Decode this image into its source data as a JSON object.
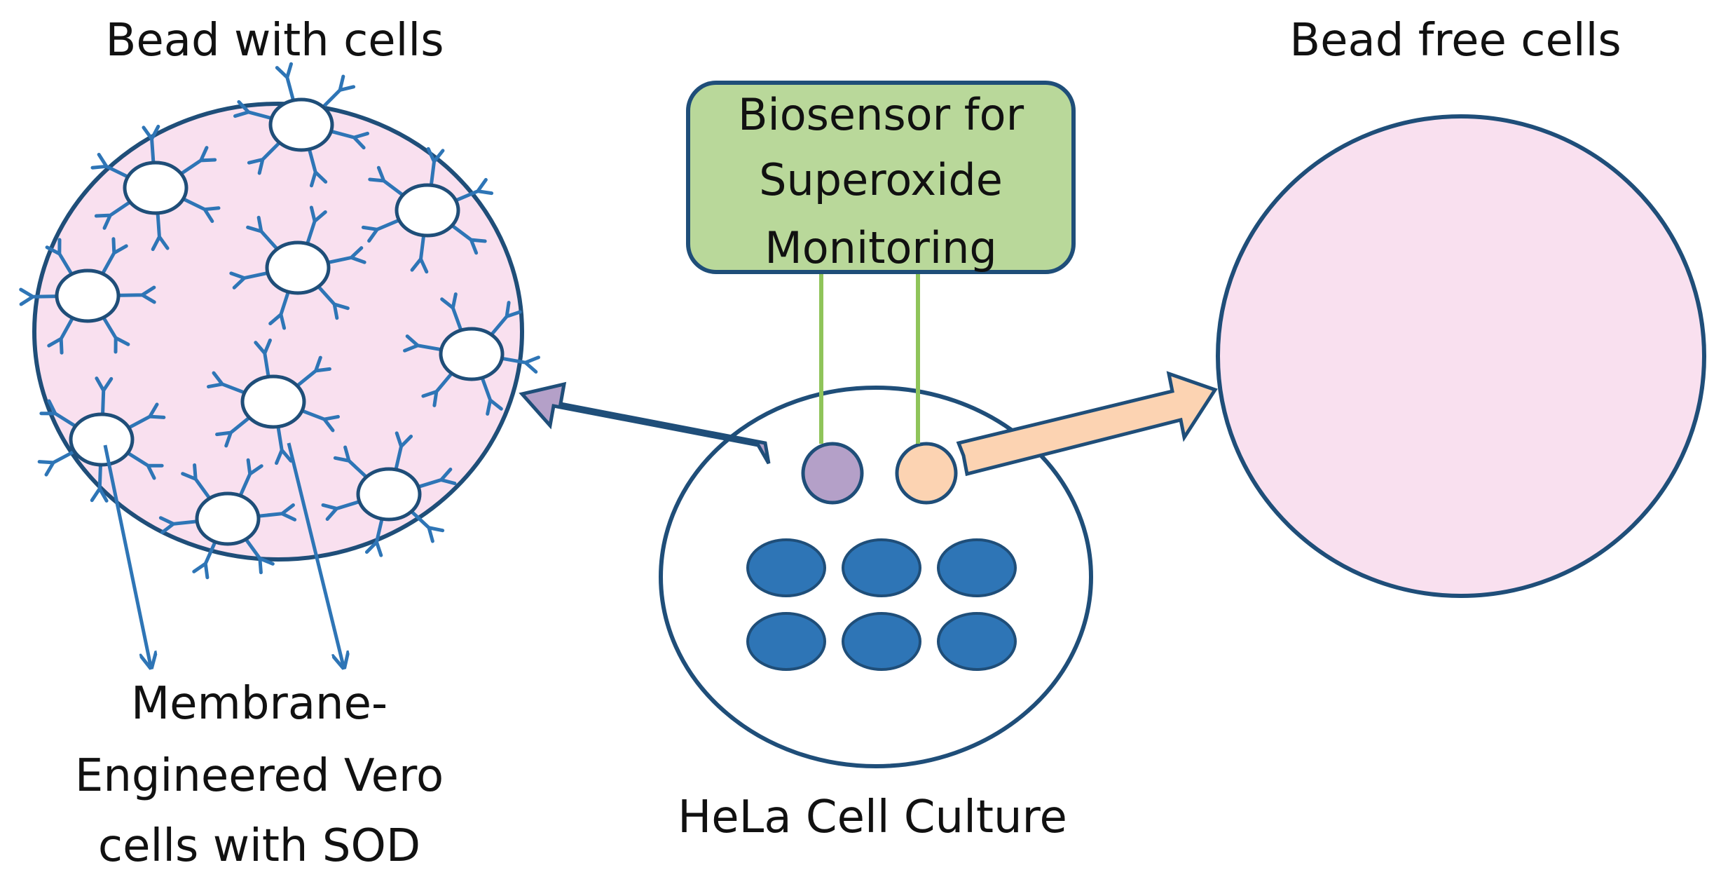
{
  "labels": {
    "bead_with_cells": "Bead with cells",
    "bead_free_cells": "Bead free cells",
    "biosensor_line1": "Biosensor for",
    "biosensor_line2": "Superoxide",
    "biosensor_line3": "Monitoring",
    "membrane_line1": "Membrane-",
    "membrane_line2": "Engineered Vero",
    "membrane_line3": "cells with SOD",
    "hela_culture": "HeLa Cell Culture"
  },
  "colors": {
    "outline": "#1f4e79",
    "bead_fill": "#f9e0ef",
    "antibody": "#2e75b6",
    "biosensor_fill": "#b9d89a",
    "biosensor_border": "#1f4e79",
    "sensor_wire": "#8fc45a",
    "purple_arrow": "#b4a0c8",
    "peach_arrow": "#fcd3b2",
    "hela_cell": "#2e75b6",
    "pointer_arrow": "#2e75b6"
  }
}
